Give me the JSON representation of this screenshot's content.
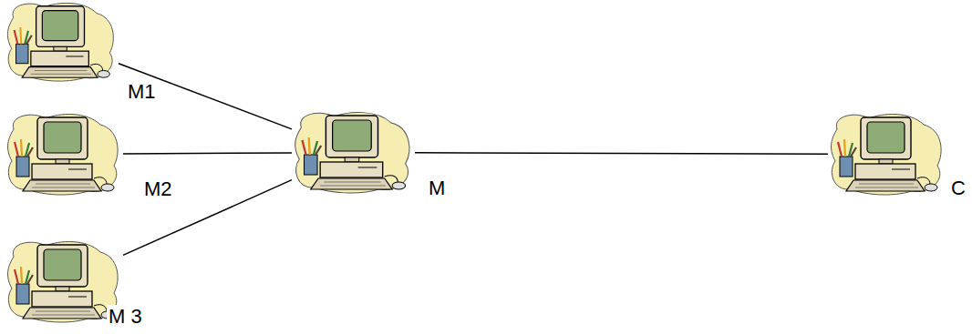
{
  "diagram": {
    "nodes": [
      {
        "text": [
          "M1"
        ]
      },
      {
        "text": [
          "M2"
        ]
      },
      {
        "text": [
          "M 3"
        ]
      },
      {
        "text": [
          "M"
        ]
      },
      {
        "text": [
          "C"
        ]
      }
    ],
    "edges": [
      {
        "from": 0,
        "to": 3,
        "arrow": "none"
      },
      {
        "from": 1,
        "to": 3,
        "arrow": "none"
      },
      {
        "from": 2,
        "to": 3,
        "arrow": "none"
      },
      {
        "from": 3,
        "to": 4,
        "arrow": "none"
      }
    ]
  }
}
